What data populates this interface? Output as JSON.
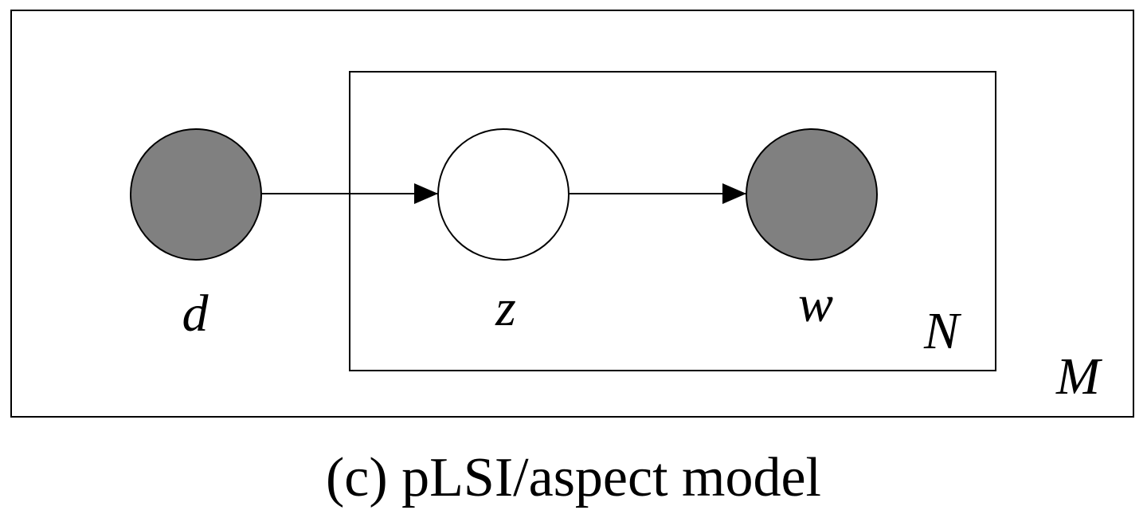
{
  "diagram": {
    "caption": "(c) pLSI/aspect model",
    "colors": {
      "observed_fill": "#808080",
      "latent_fill": "#ffffff",
      "stroke": "#000000"
    },
    "plates": {
      "outer": {
        "label": "M"
      },
      "inner": {
        "label": "N"
      }
    },
    "nodes": {
      "d": {
        "label": "d",
        "observed": true
      },
      "z": {
        "label": "z",
        "observed": false
      },
      "w": {
        "label": "w",
        "observed": true
      }
    },
    "edges": [
      {
        "from": "d",
        "to": "z"
      },
      {
        "from": "z",
        "to": "w"
      }
    ]
  }
}
